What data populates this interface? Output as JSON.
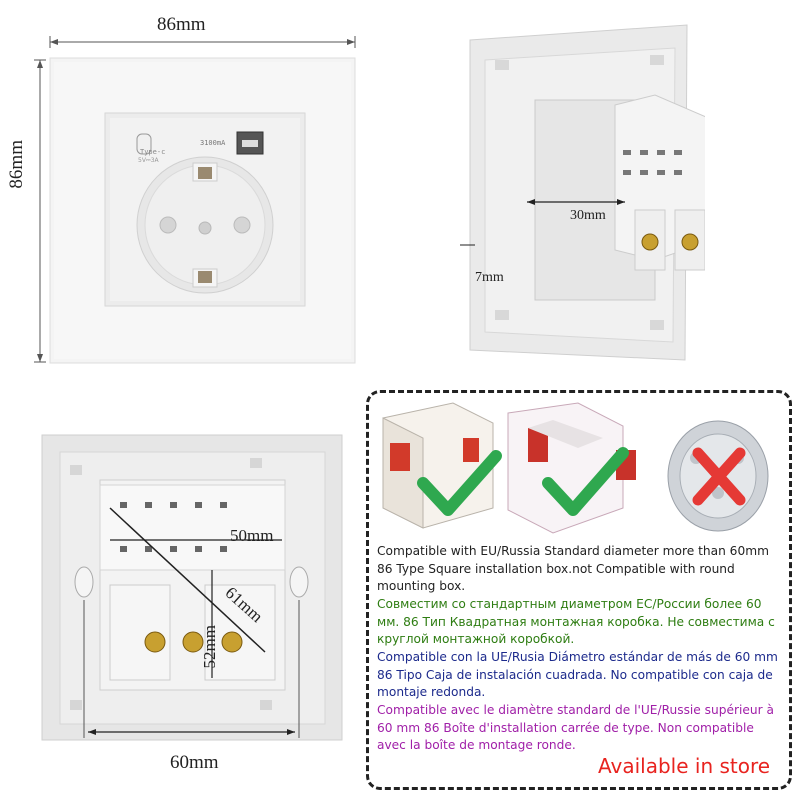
{
  "dimensions": {
    "width_label": "86mm",
    "height_label": "86mm",
    "depth_label": "7mm",
    "back_width_label": "30mm",
    "inner_width_label": "50mm",
    "diagonal_label": "61mm",
    "inner_height_label": "52mm",
    "bottom_width_label": "60mm"
  },
  "socket_labels": {
    "typec_label": "Type-c",
    "typec_spec": "5V⎓3A",
    "usb_current": "3100mA"
  },
  "compatibility": {
    "english": "Compatible with EU/Russia Standard diameter more than 60mm 86 Type Square installation box.not Compatible with round mounting box.",
    "russian": "Совместим со стандартным диаметром ЕС/России более 60 мм. 86 Тип Квадратная монтажная коробка. Не совместима с круглой монтажной коробкой.",
    "spanish": "Compatible con la UE/Rusia Diámetro estándar de más de 60 mm 86 Tipo Caja de instalación cuadrada. No compatible con caja de montaje redonda.",
    "french": "Compatible avec le diamètre standard de l'UE/Russie supérieur à 60 mm 86 Boîte d'installation carrée de type. Non compatible avec la boîte de montage ronde.",
    "store_label": "Available in store"
  },
  "colors": {
    "english_text": "#222222",
    "russian_text": "#2e7d12",
    "spanish_text": "#1c2a8c",
    "french_text": "#a01fa8",
    "store_text": "#e8231f",
    "check_mark": "#2fa84f",
    "cross_mark": "#e53935"
  },
  "icons": [
    "check-icon",
    "check-icon",
    "cross-icon"
  ]
}
